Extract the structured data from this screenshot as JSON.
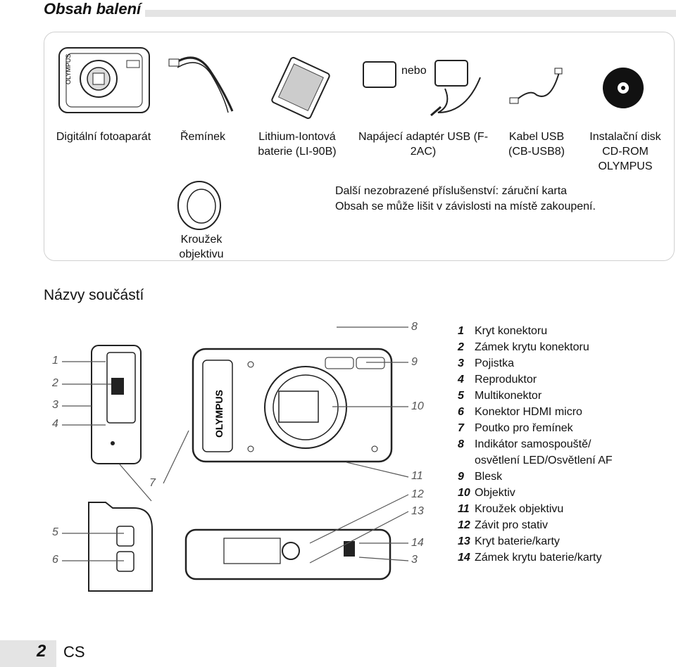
{
  "header_title": "Obsah balení",
  "package_items": [
    {
      "label": "Digitální fotoaparát"
    },
    {
      "label": "Řemínek"
    },
    {
      "label": "Lithium-Iontová baterie (LI-90B)"
    },
    {
      "label": "Napájecí adaptér USB (F-2AC)"
    },
    {
      "label": "Kabel USB (CB-USB8)"
    },
    {
      "label": "Instalační disk CD-ROM OLYMPUS"
    },
    {
      "label": "Kroužek objektivu"
    }
  ],
  "nebo": "nebo",
  "note": [
    "Další nezobrazené příslušenství: záruční karta",
    "Obsah se může lišit v závislosti na místě zakoupení."
  ],
  "section_title": "Názvy součástí",
  "parts": [
    {
      "n": "1",
      "label": "Kryt konektoru"
    },
    {
      "n": "2",
      "label": "Zámek krytu konektoru"
    },
    {
      "n": "3",
      "label": "Pojistka"
    },
    {
      "n": "4",
      "label": "Reproduktor"
    },
    {
      "n": "5",
      "label": "Multikonektor"
    },
    {
      "n": "6",
      "label": "Konektor HDMI micro"
    },
    {
      "n": "7",
      "label": "Poutko pro řemínek"
    },
    {
      "n": "8",
      "label": "Indikátor samospouště/",
      "cont": "osvětlení LED/Osvětlení AF"
    },
    {
      "n": "9",
      "label": "Blesk"
    },
    {
      "n": "10",
      "label": "Objektiv"
    },
    {
      "n": "11",
      "label": "Kroužek objektivu"
    },
    {
      "n": "12",
      "label": "Závit pro stativ"
    },
    {
      "n": "13",
      "label": "Kryt baterie/karty"
    },
    {
      "n": "14",
      "label": "Zámek krytu baterie/karty"
    }
  ],
  "callouts": [
    "1",
    "2",
    "3",
    "4",
    "5",
    "6",
    "7",
    "8",
    "9",
    "10",
    "11",
    "12",
    "13",
    "14",
    "3"
  ],
  "brand": "OLYMPUS",
  "page_number": "2",
  "language": "CS"
}
